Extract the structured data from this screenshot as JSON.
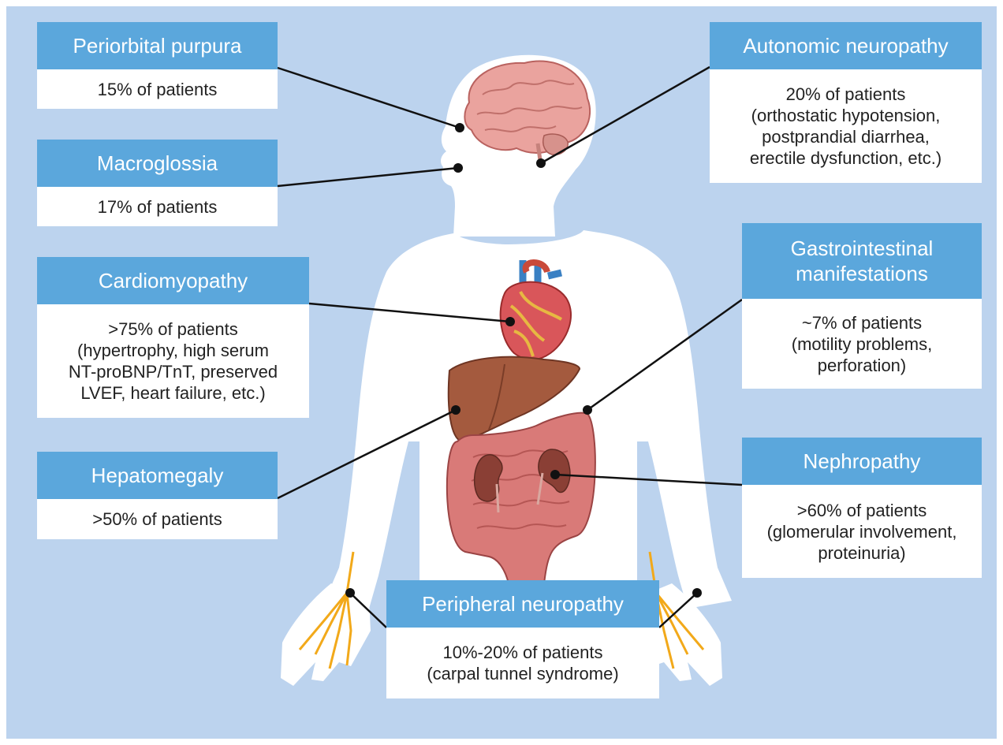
{
  "colors": {
    "background": "#bcd3ee",
    "header": "#5ba7dc",
    "body_silhouette": "#ffffff",
    "connector": "#111111",
    "nerve": "#f2a91a"
  },
  "callouts": {
    "periorbital": {
      "title": "Periorbital purpura",
      "lines": [
        "15% of patients"
      ]
    },
    "macroglossia": {
      "title": "Macroglossia",
      "lines": [
        "17% of patients"
      ]
    },
    "cardiomyopathy": {
      "title": "Cardiomyopathy",
      "lines": [
        ">75% of patients",
        "(hypertrophy, high serum",
        "NT-proBNP/TnT, preserved",
        "LVEF, heart failure, etc.)"
      ]
    },
    "hepatomegaly": {
      "title": "Hepatomegaly",
      "lines": [
        ">50% of patients"
      ]
    },
    "autonomic": {
      "title": "Autonomic neuropathy",
      "lines": [
        "20% of patients",
        "(orthostatic hypotension,",
        "postprandial diarrhea,",
        "erectile dysfunction, etc.)"
      ]
    },
    "gastro": {
      "title_lines": [
        "Gastrointestinal",
        "manifestations"
      ],
      "lines": [
        "~7% of patients",
        "(motility problems,",
        "perforation)"
      ]
    },
    "nephropathy": {
      "title": "Nephropathy",
      "lines": [
        ">60% of patients",
        "(glomerular involvement,",
        "proteinuria)"
      ]
    },
    "peripheral": {
      "title": "Peripheral neuropathy",
      "lines": [
        "10%-20% of patients",
        "(carpal tunnel syndrome)"
      ]
    }
  },
  "illustrations": [
    "brain-icon",
    "heart-icon",
    "liver-icon",
    "intestine-icon",
    "kidney-icon",
    "nerve-hand-icon"
  ]
}
